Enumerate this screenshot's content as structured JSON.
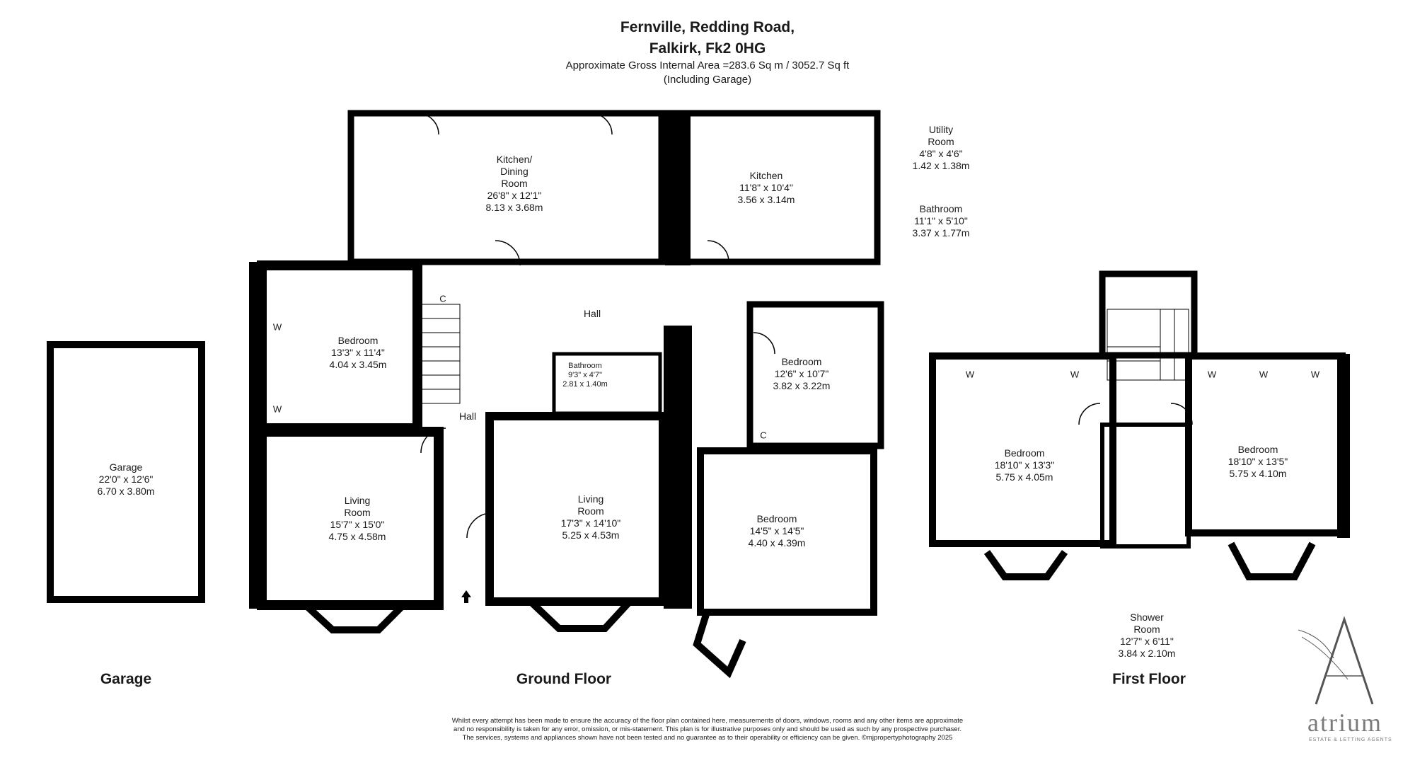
{
  "header": {
    "line1": "Fernville, Redding Road,",
    "line2": "Falkirk, Fk2 0HG",
    "area": "Approximate Gross Internal Area =283.6 Sq m / 3052.7 Sq ft",
    "note": "(Including Garage)"
  },
  "rooms": {
    "kitchen_dining": [
      "Kitchen/",
      "Dining",
      "Room",
      "26'8\" x 12'1\"",
      "8.13 x 3.68m"
    ],
    "kitchen": [
      "Kitchen",
      "11'8\" x 10'4\"",
      "3.56 x 3.14m"
    ],
    "utility": [
      "Utility",
      "Room",
      "4'8\" x 4'6\"",
      "1.42 x 1.38m"
    ],
    "bathroom_gf": [
      "Bathroom",
      "11'1\" x 5'10\"",
      "3.37 x 1.77m"
    ],
    "bedroom_1": [
      "Bedroom",
      "13'3\" x 11'4\"",
      "4.04 x 3.45m"
    ],
    "hall_top": [
      "Hall"
    ],
    "hall_left": [
      "Hall"
    ],
    "bathroom_small": [
      "Bathroom",
      "9'3\" x 4'7\"",
      "2.81 x 1.40m"
    ],
    "bedroom_2": [
      "Bedroom",
      "12'6\" x 10'7\"",
      "3.82 x 3.22m"
    ],
    "living_1": [
      "Living",
      "Room",
      "15'7\" x 15'0\"",
      "4.75 x 4.58m"
    ],
    "living_2": [
      "Living",
      "Room",
      "17'3\" x 14'10\"",
      "5.25 x 4.53m"
    ],
    "bedroom_3": [
      "Bedroom",
      "14'5\" x 14'5\"",
      "4.40 x 4.39m"
    ],
    "garage": [
      "Garage",
      "22'0\" x 12'6\"",
      "6.70 x 3.80m"
    ],
    "bedroom_ff_left": [
      "Bedroom",
      "18'10\" x 13'3\"",
      "5.75 x 4.05m"
    ],
    "bedroom_ff_right": [
      "Bedroom",
      "18'10\" x 13'5\"",
      "5.75 x 4.10m"
    ],
    "shower_room": [
      "Shower",
      "Room",
      "12'7\" x 6'11\"",
      "3.84 x 2.10m"
    ]
  },
  "wardrobe_label": "W",
  "cupboard_label": "C",
  "floor_labels": {
    "garage": "Garage",
    "ground": "Ground Floor",
    "first": "First Floor"
  },
  "disclaimer": [
    "Whilst every attempt has been made to ensure the accuracy of the floor plan contained here, measurements of doors, windows, rooms and any other items are approximate",
    "and no responsibility is taken for any error, omission, or mis-statement. This plan is for illustrative purposes only and should be used as such by any prospective purchaser.",
    "The services, systems and appliances shown have not been tested and no guarantee as to their operability or efficiency can be given. ©mjpropertyphotography 2025"
  ],
  "logo": {
    "name": "atrium",
    "tagline": "ESTATE & LETTING AGENTS"
  },
  "colors": {
    "wall": "#000000",
    "logo": "#7a7a7a"
  }
}
